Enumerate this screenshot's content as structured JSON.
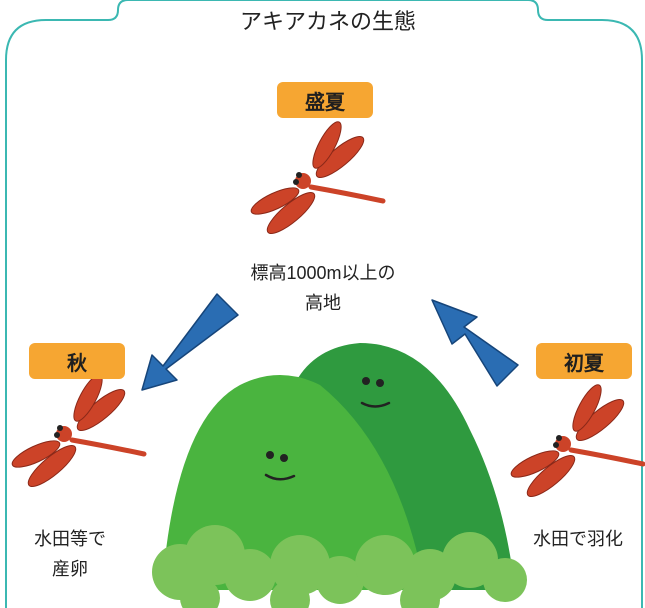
{
  "title": "アキアカネの生態",
  "seasons": {
    "midsummer": "盛夏",
    "autumn": "秋",
    "early_summer": "初夏"
  },
  "labels": {
    "highland_line1": "標高1000m以上の",
    "highland_line2": "高地",
    "autumn_line1": "水田等で",
    "autumn_line2": "産卵",
    "early_summer": "水田で羽化"
  },
  "colors": {
    "frame": "#3bb8b2",
    "badge": "#f6a632",
    "arrow": "#2a6db3",
    "mountain_front": "#4ab43f",
    "mountain_back": "#2f9a3f",
    "dragonfly": "#cc4328"
  }
}
